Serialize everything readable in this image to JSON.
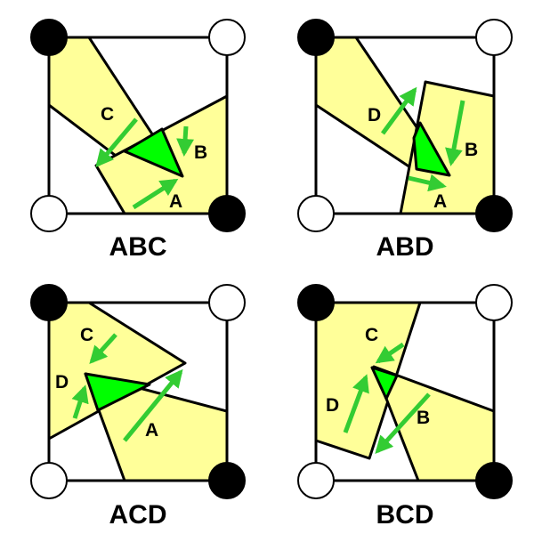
{
  "colors": {
    "region": "#ffff99",
    "center": "#00ff00",
    "arrow": "#33cc33",
    "outline": "#000000",
    "filled_vertex": "#000000",
    "open_vertex": "#ffffff"
  },
  "panels": [
    {
      "title": "ABC",
      "corners": {
        "top_left": "filled",
        "top_right": "open",
        "bottom_left": "open",
        "bottom_right": "filled"
      },
      "arrows": [
        {
          "label": "A"
        },
        {
          "label": "B"
        },
        {
          "label": "C"
        }
      ]
    },
    {
      "title": "ABD",
      "corners": {
        "top_left": "filled",
        "top_right": "open",
        "bottom_left": "open",
        "bottom_right": "filled"
      },
      "arrows": [
        {
          "label": "A"
        },
        {
          "label": "B"
        },
        {
          "label": "D"
        }
      ]
    },
    {
      "title": "ACD",
      "corners": {
        "top_left": "filled",
        "top_right": "open",
        "bottom_left": "open",
        "bottom_right": "filled"
      },
      "arrows": [
        {
          "label": "A"
        },
        {
          "label": "C"
        },
        {
          "label": "D"
        }
      ]
    },
    {
      "title": "BCD",
      "corners": {
        "top_left": "filled",
        "top_right": "open",
        "bottom_left": "open",
        "bottom_right": "filled"
      },
      "arrows": [
        {
          "label": "B"
        },
        {
          "label": "C"
        },
        {
          "label": "D"
        }
      ]
    }
  ]
}
